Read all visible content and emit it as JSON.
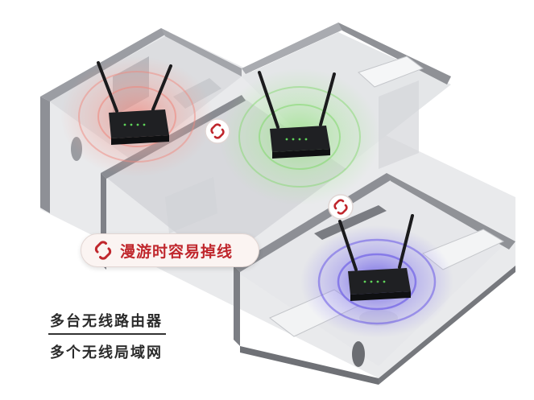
{
  "badge": {
    "label": "漫游时容易掉线",
    "icon": "broken-link-icon"
  },
  "caption": {
    "line1": "多台无线路由器",
    "line2": "多个无线局域网"
  },
  "colors": {
    "accent_red": "#c0272d",
    "signal_red": "#e8736a",
    "signal_green": "#7fd36a",
    "signal_blue": "#6c5ce7"
  }
}
